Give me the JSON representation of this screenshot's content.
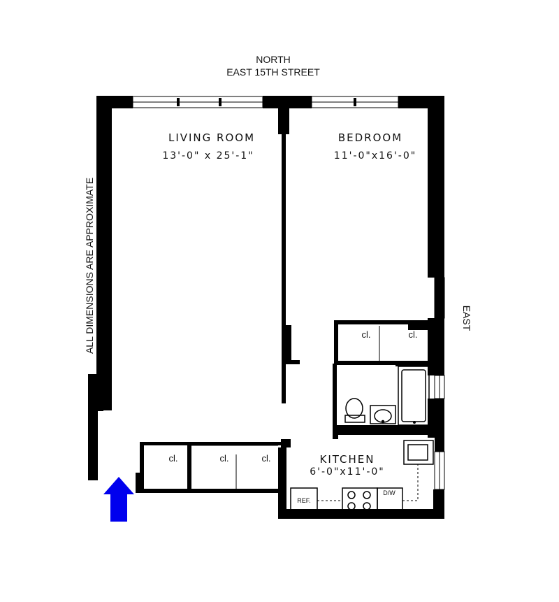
{
  "orientation": {
    "north": "NORTH",
    "street": "EAST 15TH STREET",
    "east": "EAST",
    "disclaimer": "ALL DIMENSIONS ARE APPROXIMATE"
  },
  "rooms": {
    "living_room": {
      "name": "LIVING ROOM",
      "dims": "13'-0\" x 25'-1\""
    },
    "bedroom": {
      "name": "BEDROOM",
      "dims": "11'-0\"x16'-0\""
    },
    "kitchen": {
      "name": "KITCHEN",
      "dims": "6'-0\"x11'-0\""
    }
  },
  "closets": {
    "bedroom_closet_1": "cl.",
    "bedroom_closet_2": "cl.",
    "hall_closet_1": "cl.",
    "hall_closet_2": "cl.",
    "hall_closet_3": "cl."
  },
  "appliances": {
    "refrigerator": "REF.",
    "dishwasher": "D/W"
  },
  "colors": {
    "wall": "#000000",
    "entry_arrow": "#0000ee"
  }
}
